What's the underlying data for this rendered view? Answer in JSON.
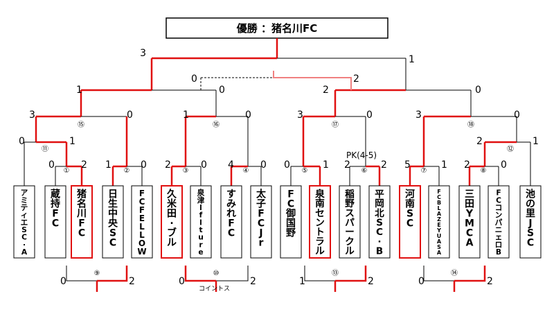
{
  "champion_label": "優勝 ：猪名川FC",
  "teams": [
    "アミティエSC·A",
    "蔵持FC",
    "猪名川FC",
    "日生中央SC",
    "FC FELLOW",
    "久米田·ブル",
    "泉津 l f l t u r e",
    "すみれFC",
    "太子FC J r",
    "FC御国野",
    "泉南セントラル",
    "稲野スパークル",
    "平岡北SC·B",
    "河南SC",
    "FC BLAZE YUASA",
    "三田YMCA",
    "FCコンパニェロB",
    "池の里JSC"
  ],
  "match_marks": [
    "①",
    "②",
    "③",
    "④",
    "⑤",
    "⑥",
    "⑦",
    "⑧",
    "⑨",
    "⑩",
    "⑪",
    "⑫",
    "⑬",
    "⑭",
    "⑮",
    "⑯",
    "⑰",
    "⑱"
  ],
  "scores": {
    "m1": [
      "0",
      "2"
    ],
    "m2": [
      "1",
      "0"
    ],
    "m3": [
      "2",
      "0"
    ],
    "m4": [
      "4",
      "0"
    ],
    "m5": [
      "0",
      "1"
    ],
    "m6": [
      "2",
      "2"
    ],
    "m6_note": "PK(4-5)",
    "m7": [
      "5",
      "1"
    ],
    "m8": [
      "2",
      "0"
    ],
    "m9": [
      "0",
      "2"
    ],
    "m10": [
      "0",
      "2"
    ],
    "m10_note": "コイントス",
    "m11": [
      "0",
      "1"
    ],
    "m12": [
      "2",
      "1"
    ],
    "m13": [
      "1",
      "2"
    ],
    "m14": [
      "0",
      "2"
    ],
    "m15": [
      "3",
      "0"
    ],
    "m16": [
      "1",
      "0"
    ],
    "m17": [
      "3",
      "0"
    ],
    "m18": [
      "3",
      "0"
    ],
    "sf1": [
      "1",
      "0"
    ],
    "sf2": [
      "2",
      "0"
    ],
    "third": [
      "0",
      "2"
    ],
    "final": [
      "3",
      "1"
    ]
  },
  "colors": {
    "winner_line": "#e01010",
    "third_line": "#f08080",
    "line": "#000000"
  }
}
